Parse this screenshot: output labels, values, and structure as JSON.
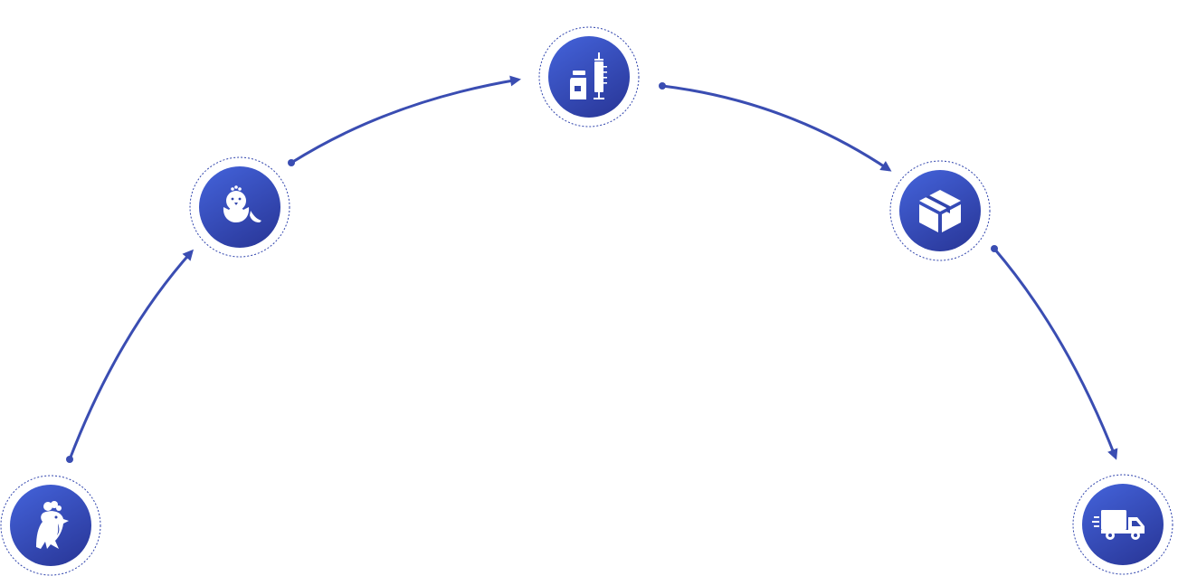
{
  "colors": {
    "primary": "#3145ad",
    "primary_light": "#3f5bd2",
    "primary_dark": "#2a3a99",
    "arrow": "#3a4db2",
    "icon": "#ffffff",
    "background": "#ffffff"
  },
  "steps": [
    {
      "id": "step-1",
      "icon": "rooster-icon"
    },
    {
      "id": "step-2",
      "icon": "hatching-chick-icon"
    },
    {
      "id": "step-3",
      "icon": "vaccine-syringe-icon"
    },
    {
      "id": "step-4",
      "icon": "package-box-icon"
    },
    {
      "id": "step-5",
      "icon": "delivery-truck-icon"
    }
  ],
  "connectors": [
    {
      "from": "step-1",
      "to": "step-2"
    },
    {
      "from": "step-2",
      "to": "step-3"
    },
    {
      "from": "step-3",
      "to": "step-4"
    },
    {
      "from": "step-4",
      "to": "step-5"
    }
  ]
}
